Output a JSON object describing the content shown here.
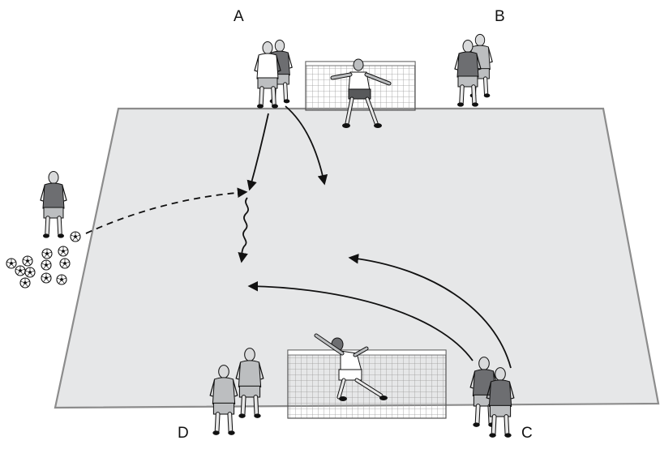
{
  "labels": {
    "a": "A",
    "b": "B",
    "c": "C",
    "d": "D"
  },
  "colors": {
    "field": "#e6e7e8",
    "field_border": "#8c8c8c",
    "dark_shirt": "#6d6e71",
    "light_shirt": "#bcbec0",
    "shorts_dark": "#58595b",
    "line": "#111111"
  },
  "icons": [
    "soccer-ball-icon",
    "player-figure-icon",
    "goal-net-icon"
  ]
}
